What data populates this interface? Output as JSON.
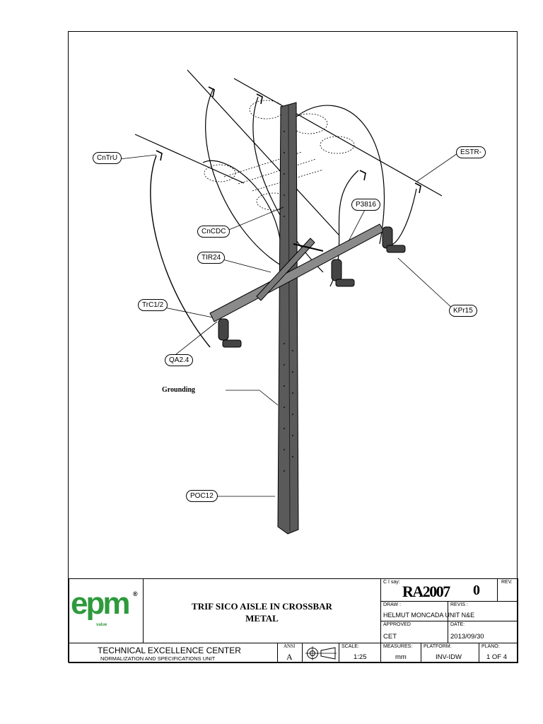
{
  "callouts": {
    "cntru": "CnTrU",
    "estr": "ESTR-",
    "p3816": "P3816",
    "cncdc": "CnCDC",
    "tir24": "TIR24",
    "trc12": "TrC1/2",
    "kpr15": "KPr15",
    "qa24": "QA2.4",
    "poc12": "POC12"
  },
  "grounding_label": "Grounding",
  "title_block": {
    "logo_text": "epm",
    "logo_registered": "®",
    "logo_tagline": "value",
    "title_line1": "TRIF SICO AISLE IN CROSSBAR",
    "title_line2": "METAL",
    "code_label": "C    I say:",
    "code": "RA2007",
    "rev_label": "REV.",
    "rev": "0",
    "draw_label": "DRAW  :",
    "draw_value": "HELMUT MONCADA UNIT N&E",
    "revis_label": "REVIS  :",
    "approved_label": "APPROVED",
    "approved_value": "CET",
    "date_label": "DATE:",
    "date_value": "2013/09/30",
    "center_name": "TECHNICAL EXCELLENCE CENTER",
    "unit_name": "NORMALIZATION AND SPECIFICATIONS UNIT",
    "ansi_label": "ANSI",
    "ansi_value": "A",
    "scale_label": "SCALE:",
    "scale_value": "1:25",
    "measures_label": "MEASURES:",
    "measures_value": "mm",
    "platform_label": "PLATFORM:",
    "platform_value": "INV-IDW",
    "plano_label": "PLANO:",
    "plano_value": "1 OF 4"
  },
  "colors": {
    "line": "#000000",
    "pole": "#5a5a5a",
    "logo_green": "#2e9a3c"
  }
}
